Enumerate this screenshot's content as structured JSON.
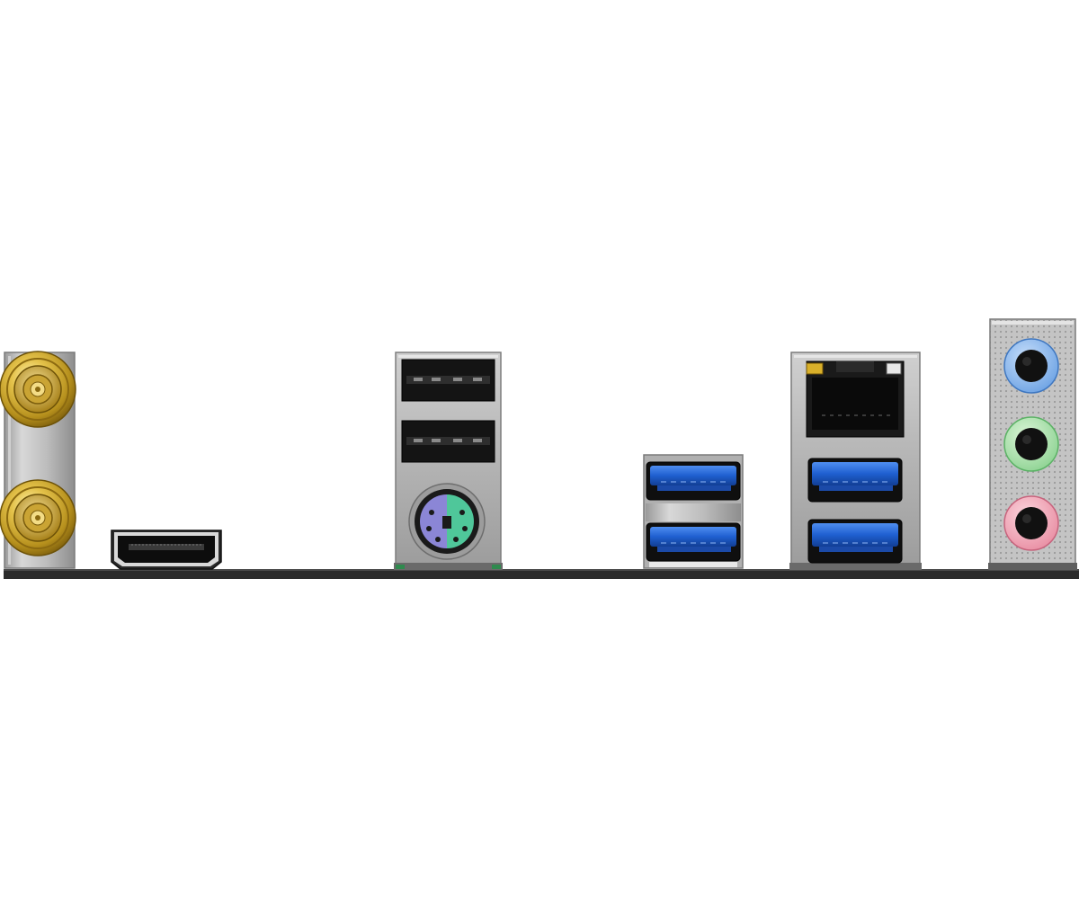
{
  "scene": {
    "background": "#ffffff",
    "board_edge_color": "#2b2b2b"
  },
  "components": [
    {
      "kind": "wifi-antenna-connector",
      "count": 2,
      "icon": "sma-connector-icon",
      "color": "#c9a52a"
    },
    {
      "kind": "hdmi-port",
      "count": 1,
      "icon": "hdmi-icon"
    },
    {
      "kind": "usb2-port",
      "count": 2,
      "icon": "usb-icon",
      "color": "#1a1a1a"
    },
    {
      "kind": "ps2-combo-port",
      "count": 1,
      "icon": "ps2-icon",
      "colors": [
        "#8b86d6",
        "#4fc79a"
      ]
    },
    {
      "kind": "usb3-port",
      "count": 4,
      "icon": "usb-icon",
      "color": "#1f5fd0"
    },
    {
      "kind": "rj45-lan-port",
      "count": 1,
      "icon": "ethernet-icon"
    },
    {
      "kind": "audio-jack",
      "count": 3,
      "icon": "audio-jack-icon",
      "colors": [
        "#7fb2ec",
        "#9fdca0",
        "#f0a3b4"
      ]
    }
  ]
}
